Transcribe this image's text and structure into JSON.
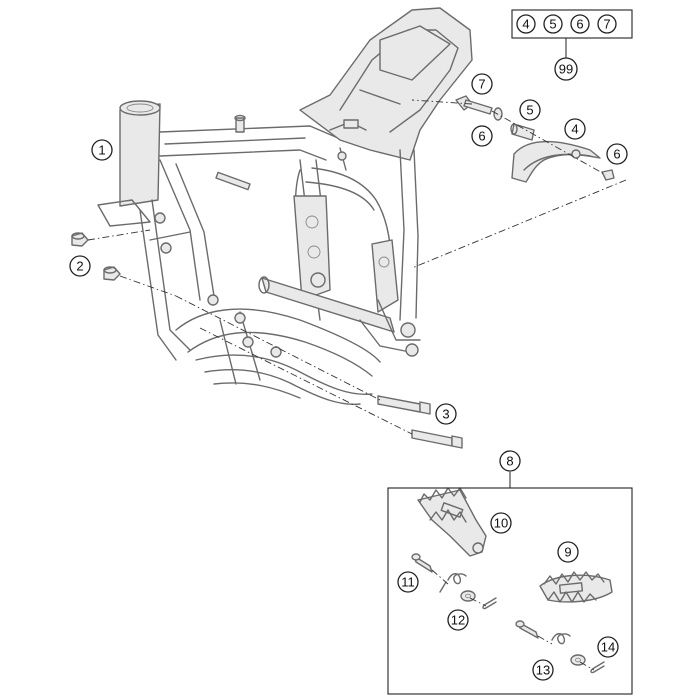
{
  "callouts": {
    "frame": "1",
    "nut": "2",
    "bolts": "3",
    "guard": "4",
    "sleeve": "5",
    "washer_a": "6",
    "washer_b": "6",
    "screw": "7",
    "footrest_kit": "8",
    "footrest_left": "9",
    "footrest_right": "10",
    "pin": "11",
    "spring": "12",
    "washer_small": "13",
    "cotter_pin": "14"
  },
  "kit": {
    "items": [
      "4",
      "5",
      "6",
      "7"
    ],
    "number": "99"
  }
}
